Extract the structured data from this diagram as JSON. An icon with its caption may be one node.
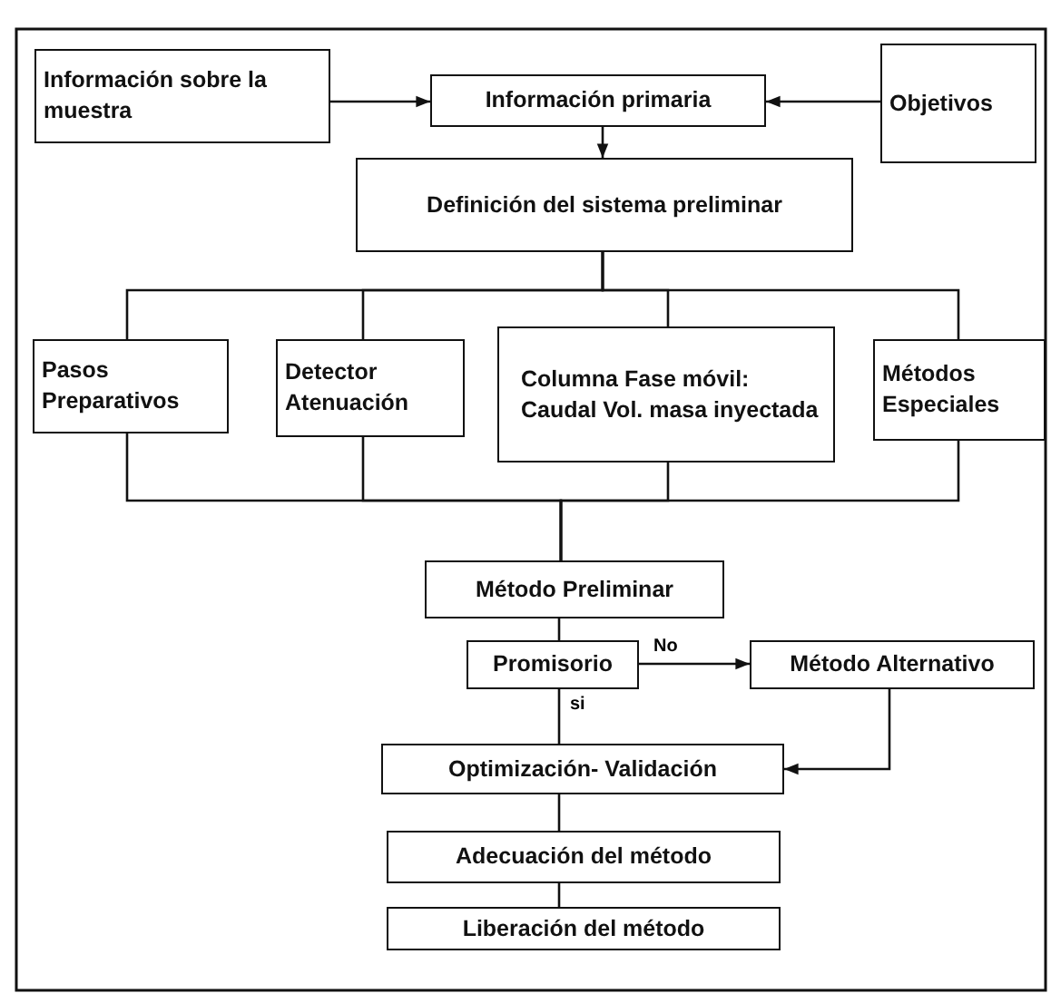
{
  "diagram": {
    "nodes": [
      {
        "text": [
          "Información sobre la muestra"
        ]
      },
      {
        "text": [
          "Información primaria"
        ]
      },
      {
        "text": [
          "Objetivos"
        ]
      },
      {
        "text": [
          "Definición del sistema preliminar"
        ]
      },
      {
        "text": [
          "Pasos Preparativos"
        ]
      },
      {
        "text": [
          "Detector Atenuación"
        ]
      },
      {
        "text": [
          "Columna Fase móvil: Caudal Vol. masa inyectada"
        ]
      },
      {
        "text": [
          "Métodos Especiales"
        ]
      },
      {
        "text": [
          "Método Preliminar"
        ]
      },
      {
        "text": [
          "Promisorio"
        ]
      },
      {
        "text": [
          "Método Alternativo"
        ]
      },
      {
        "text": [
          "Optimización- Validación"
        ]
      },
      {
        "text": [
          "Adecuación del método"
        ]
      },
      {
        "text": [
          "Liberación del método"
        ]
      }
    ],
    "edges": [
      {
        "from": 0,
        "to": 1,
        "arrow": "to"
      },
      {
        "from": 2,
        "to": 1,
        "arrow": "to"
      },
      {
        "from": 1,
        "to": 3,
        "arrow": "to"
      },
      {
        "from": 3,
        "to": 4,
        "arrow": "none"
      },
      {
        "from": 3,
        "to": 5,
        "arrow": "none"
      },
      {
        "from": 3,
        "to": 6,
        "arrow": "none"
      },
      {
        "from": 3,
        "to": 7,
        "arrow": "none"
      },
      {
        "from": 4,
        "to": 8,
        "arrow": "none"
      },
      {
        "from": 5,
        "to": 8,
        "arrow": "none"
      },
      {
        "from": 6,
        "to": 8,
        "arrow": "none"
      },
      {
        "from": 7,
        "to": 8,
        "arrow": "none"
      },
      {
        "from": 8,
        "to": 9,
        "arrow": "none"
      },
      {
        "from": 9,
        "to": 10,
        "arrow": "to",
        "label": "No"
      },
      {
        "from": 9,
        "to": 11,
        "arrow": "none",
        "label": "si"
      },
      {
        "from": 10,
        "to": 11,
        "arrow": "to"
      },
      {
        "from": 11,
        "to": 12,
        "arrow": "none"
      },
      {
        "from": 12,
        "to": 13,
        "arrow": "none"
      }
    ]
  }
}
